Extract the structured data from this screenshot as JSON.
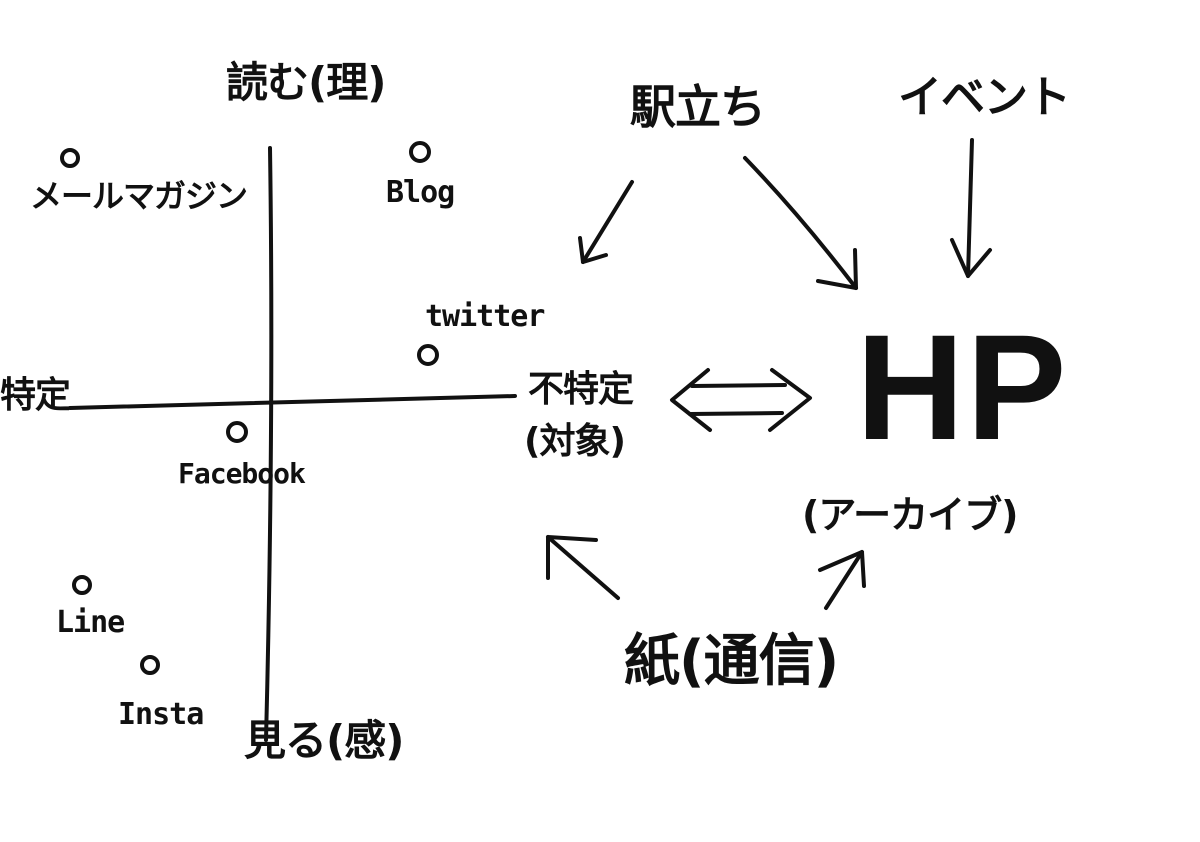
{
  "axes": {
    "top": "読む(理)",
    "bottom": "見る(感)",
    "left": "特定",
    "right_line1": "不特定",
    "right_line2": "(対象)"
  },
  "channels": [
    {
      "id": "mailmag",
      "label": "メールマガジン"
    },
    {
      "id": "blog",
      "label": "Blog"
    },
    {
      "id": "twitter",
      "label": "twitter"
    },
    {
      "id": "facebook",
      "label": "Facebook"
    },
    {
      "id": "line",
      "label": "Line"
    },
    {
      "id": "insta",
      "label": "Insta"
    }
  ],
  "nodes": {
    "station": "駅立ち",
    "event": "イベント",
    "hp": "HP",
    "archive": "(アーカイブ)",
    "paper": "紙(通信)"
  },
  "ink_color": "#111111"
}
